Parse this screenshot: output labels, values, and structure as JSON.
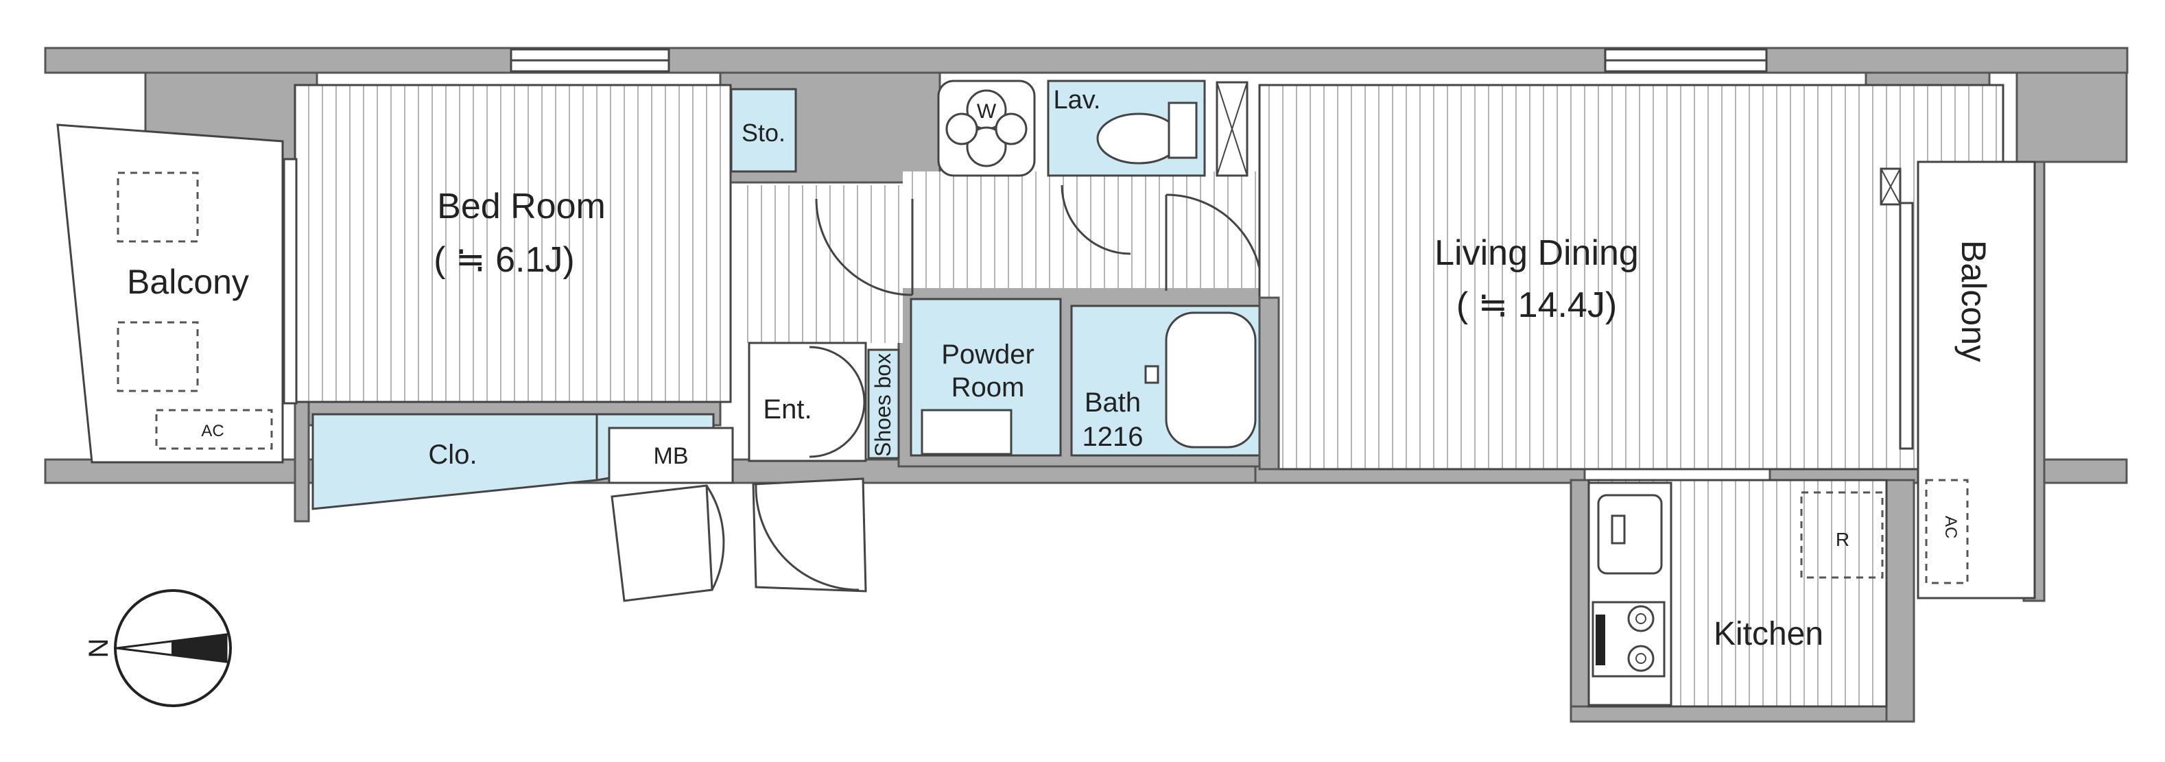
{
  "rooms": {
    "bed_room": {
      "name": "Bed Room",
      "size": "( ≒ 6.1J)"
    },
    "living_dining": {
      "name": "Living Dining",
      "size": "( ≒ 14.4J)"
    },
    "balcony_left": "Balcony",
    "balcony_right": "Balcony",
    "storage": "Sto.",
    "washer": "W",
    "lavatory": "Lav.",
    "powder_room": [
      "Powder",
      "Room"
    ],
    "bath": [
      "Bath",
      "1216"
    ],
    "entrance": "Ent.",
    "shoes_box": "Shoes box",
    "meter_box": "MB",
    "closet": "Clo.",
    "kitchen": "Kitchen",
    "refrigerator": "R",
    "ac_left": "AC",
    "ac_right": "AC"
  },
  "compass": {
    "north_label": "N"
  },
  "colors": {
    "wall": "#aaaaaa",
    "wet_area": "#cdeaf4",
    "floor": "#ffffff",
    "line": "#444444"
  }
}
